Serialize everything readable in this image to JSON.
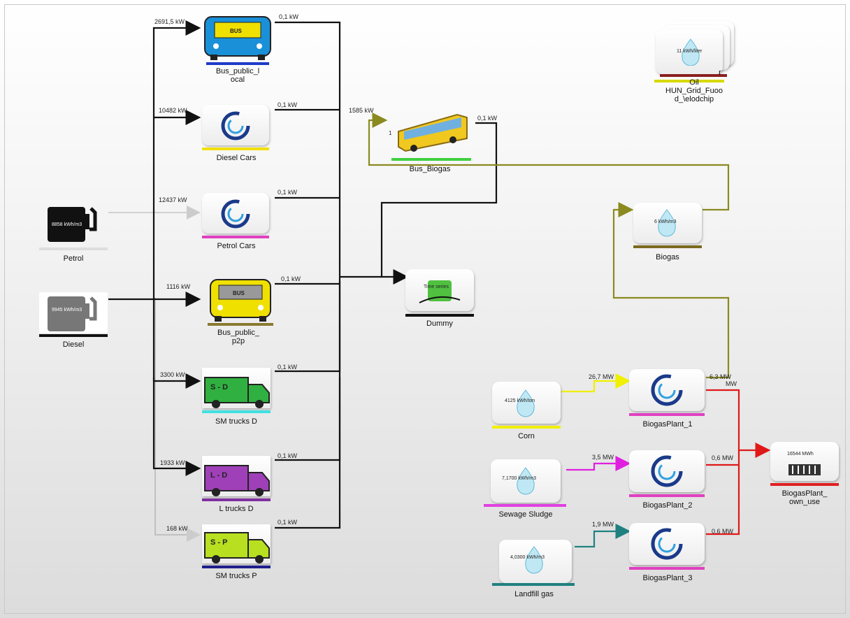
{
  "nodes": {
    "bus_public_local": {
      "label": "Bus_public_l\nocal",
      "bar_color": "#1e3cc8",
      "badge": "BUS"
    },
    "diesel_cars": {
      "label": "Diesel Cars",
      "bar_color": "#f0e000"
    },
    "petrol_cars": {
      "label": "Petrol Cars",
      "bar_color": "#e040c0"
    },
    "bus_public_p2p": {
      "label": "Bus_public_\np2p",
      "bar_color": "#8a7a30",
      "badge": "BUS"
    },
    "sm_trucks_d": {
      "label": "SM trucks D",
      "bar_color": "#40e0e0",
      "badge": "S - D"
    },
    "l_trucks_d": {
      "label": "L trucks D",
      "bar_color": "#8030a0",
      "badge": "L - D"
    },
    "sm_trucks_p": {
      "label": "SM trucks P",
      "bar_color": "#1e1e8c",
      "badge": "S - P"
    },
    "bus_biogas": {
      "label": "Bus_Biogas",
      "bar_color": "#40d040",
      "count": "1"
    },
    "dummy": {
      "label": "Dummy",
      "bar_color": "#111111",
      "inner": "Time series"
    },
    "petrol": {
      "label": "Petrol",
      "bar_color": "#dddddd",
      "inner": "8858 kWh/m3"
    },
    "diesel": {
      "label": "Diesel",
      "bar_color": "#111111",
      "inner": "9945 kWh/m3"
    },
    "hun_grid": {
      "label": "HUN_Grid_Fuoo\nd_\\elodchip",
      "label2": "Oil",
      "label3": "r",
      "inner": "11 kWh/liter"
    },
    "biogas": {
      "label": "Biogas",
      "bar_color": "#7a6a20",
      "inner": "6 kWh/m3"
    },
    "corn": {
      "label": "Corn",
      "bar_color": "#f0f000",
      "inner": "4125 kWh/ton"
    },
    "sewage": {
      "label": "Sewage Sludge",
      "bar_color": "#e040e0",
      "inner": "7,1700 kWh/m3"
    },
    "landfill": {
      "label": "Landfill gas",
      "bar_color": "#208080",
      "inner": "4,0300 kWh/m3"
    },
    "bp1": {
      "label": "BiogasPlant_1",
      "bar_color": "#e040c0"
    },
    "bp2": {
      "label": "BiogasPlant_2",
      "bar_color": "#e040c0"
    },
    "bp3": {
      "label": "BiogasPlant_3",
      "bar_color": "#e040c0"
    },
    "bp_own": {
      "label": "BiogasPlant_\nown_use",
      "bar_color": "#e02020",
      "inner": "16544 MWh"
    }
  },
  "flows": {
    "in_bus_local": "2691,5 kW",
    "in_diesel_cars": "10482 kW",
    "in_petrol_cars": "12437 kW",
    "in_bus_p2p": "1116 kW",
    "in_sm_trucks_d": "3300 kW",
    "in_l_trucks_d": "1933 kW",
    "in_sm_trucks_p": "168 kW",
    "in_bus_biogas": "1585 kW",
    "out_bus_local": "0,1 kW",
    "out_diesel_cars": "0,1 kW",
    "out_petrol_cars": "0,1 kW",
    "out_bus_p2p": "0,1 kW",
    "out_sm_trucks_d": "0,1 kW",
    "out_l_trucks_d": "0,1 kW",
    "out_sm_trucks_p": "0,1 kW",
    "out_bus_biogas": "0,1 kW",
    "corn_to_bp1": "26,7 MW",
    "sewage_to_bp2": "3,5 MW",
    "landfill_to_bp3": "1,9 MW",
    "bp1_out": "6,3 MW",
    "bp1_out2": "MW",
    "bp2_out": "0,6 MW",
    "bp3_out": "0,6 MW"
  },
  "colors": {
    "wire_black": "#111111",
    "wire_olive": "#8a8a20",
    "wire_yellow": "#f0f000",
    "wire_magenta": "#e020e0",
    "wire_teal": "#208080",
    "wire_red": "#e01818",
    "wire_grey": "#cccccc"
  },
  "icons": {
    "process": "rotating-arrows-icon",
    "resource": "water-drop-fan-icon",
    "fuel_pump": "fuel-pump-icon",
    "bus": "bus-icon",
    "truck": "truck-icon",
    "time_series": "time-series-plug-icon",
    "demand": "demand-heater-icon"
  }
}
